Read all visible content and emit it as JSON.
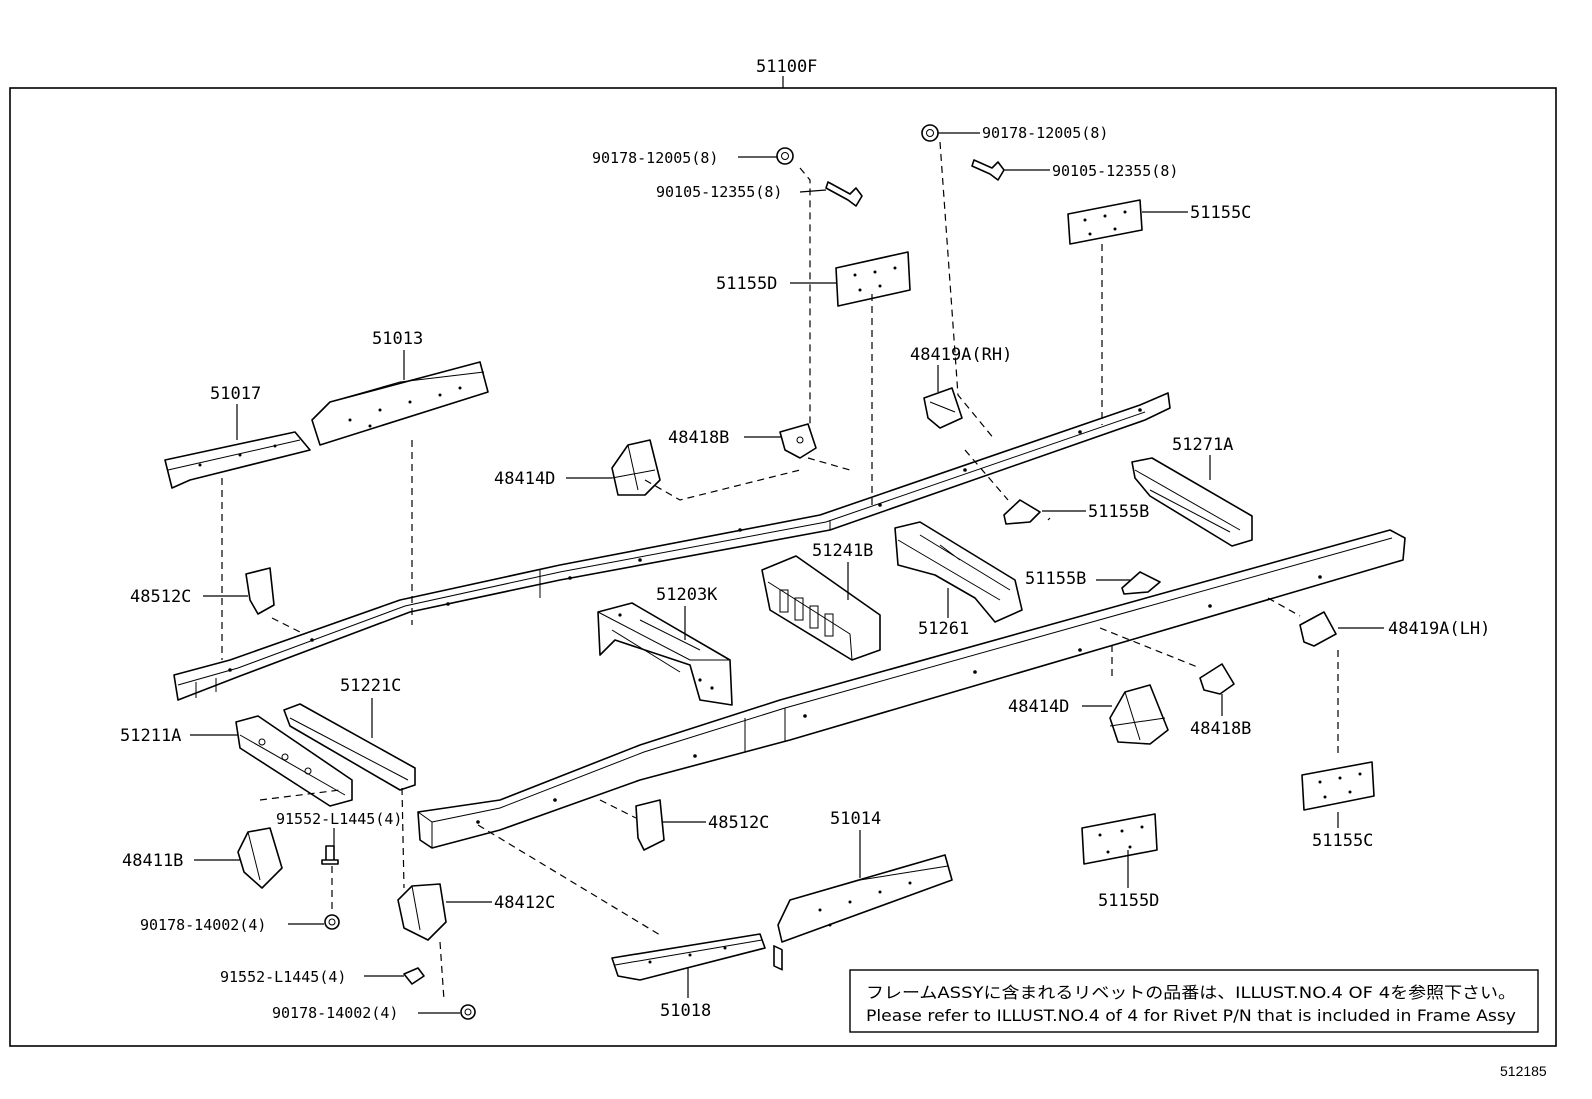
{
  "assembly_label": "51100F",
  "drawing_ref": "512185",
  "note": {
    "line1": "フレームASSYに含まれるリベットの品番は、ILLUST.NO.4 OF 4を参照下さい。",
    "line2": "Please refer to ILLUST.NO.4 of 4 for Rivet P/N that is included in Frame Assy"
  },
  "labels": {
    "p_90178_12005_l": "90178-12005(8)",
    "p_90105_12355_l": "90105-12355(8)",
    "p_90178_12005_r": "90178-12005(8)",
    "p_90105_12355_r": "90105-12355(8)",
    "p_51155C_top": "51155C",
    "p_51155D_top": "51155D",
    "p_51013": "51013",
    "p_51017": "51017",
    "p_48419A_rh": "48419A(RH)",
    "p_48418B_top": "48418B",
    "p_48414D_top": "48414D",
    "p_51271A": "51271A",
    "p_51155B_a": "51155B",
    "p_51241B": "51241B",
    "p_51155B_b": "51155B",
    "p_48512C_left": "48512C",
    "p_51203K": "51203K",
    "p_51261": "51261",
    "p_48419A_lh": "48419A(LH)",
    "p_51221C": "51221C",
    "p_51211A": "51211A",
    "p_48414D_bot": "48414D",
    "p_48418B_bot": "48418B",
    "p_91552_l1445_a": "91552-L1445(4)",
    "p_48512C_bot": "48512C",
    "p_48411B": "48411B",
    "p_51014": "51014",
    "p_51155C_bot": "51155C",
    "p_90178_14002_a": "90178-14002(4)",
    "p_48412C": "48412C",
    "p_51155D_bot": "51155D",
    "p_91552_l1445_b": "91552-L1445(4)",
    "p_90178_14002_b": "90178-14002(4)",
    "p_51018": "51018"
  }
}
